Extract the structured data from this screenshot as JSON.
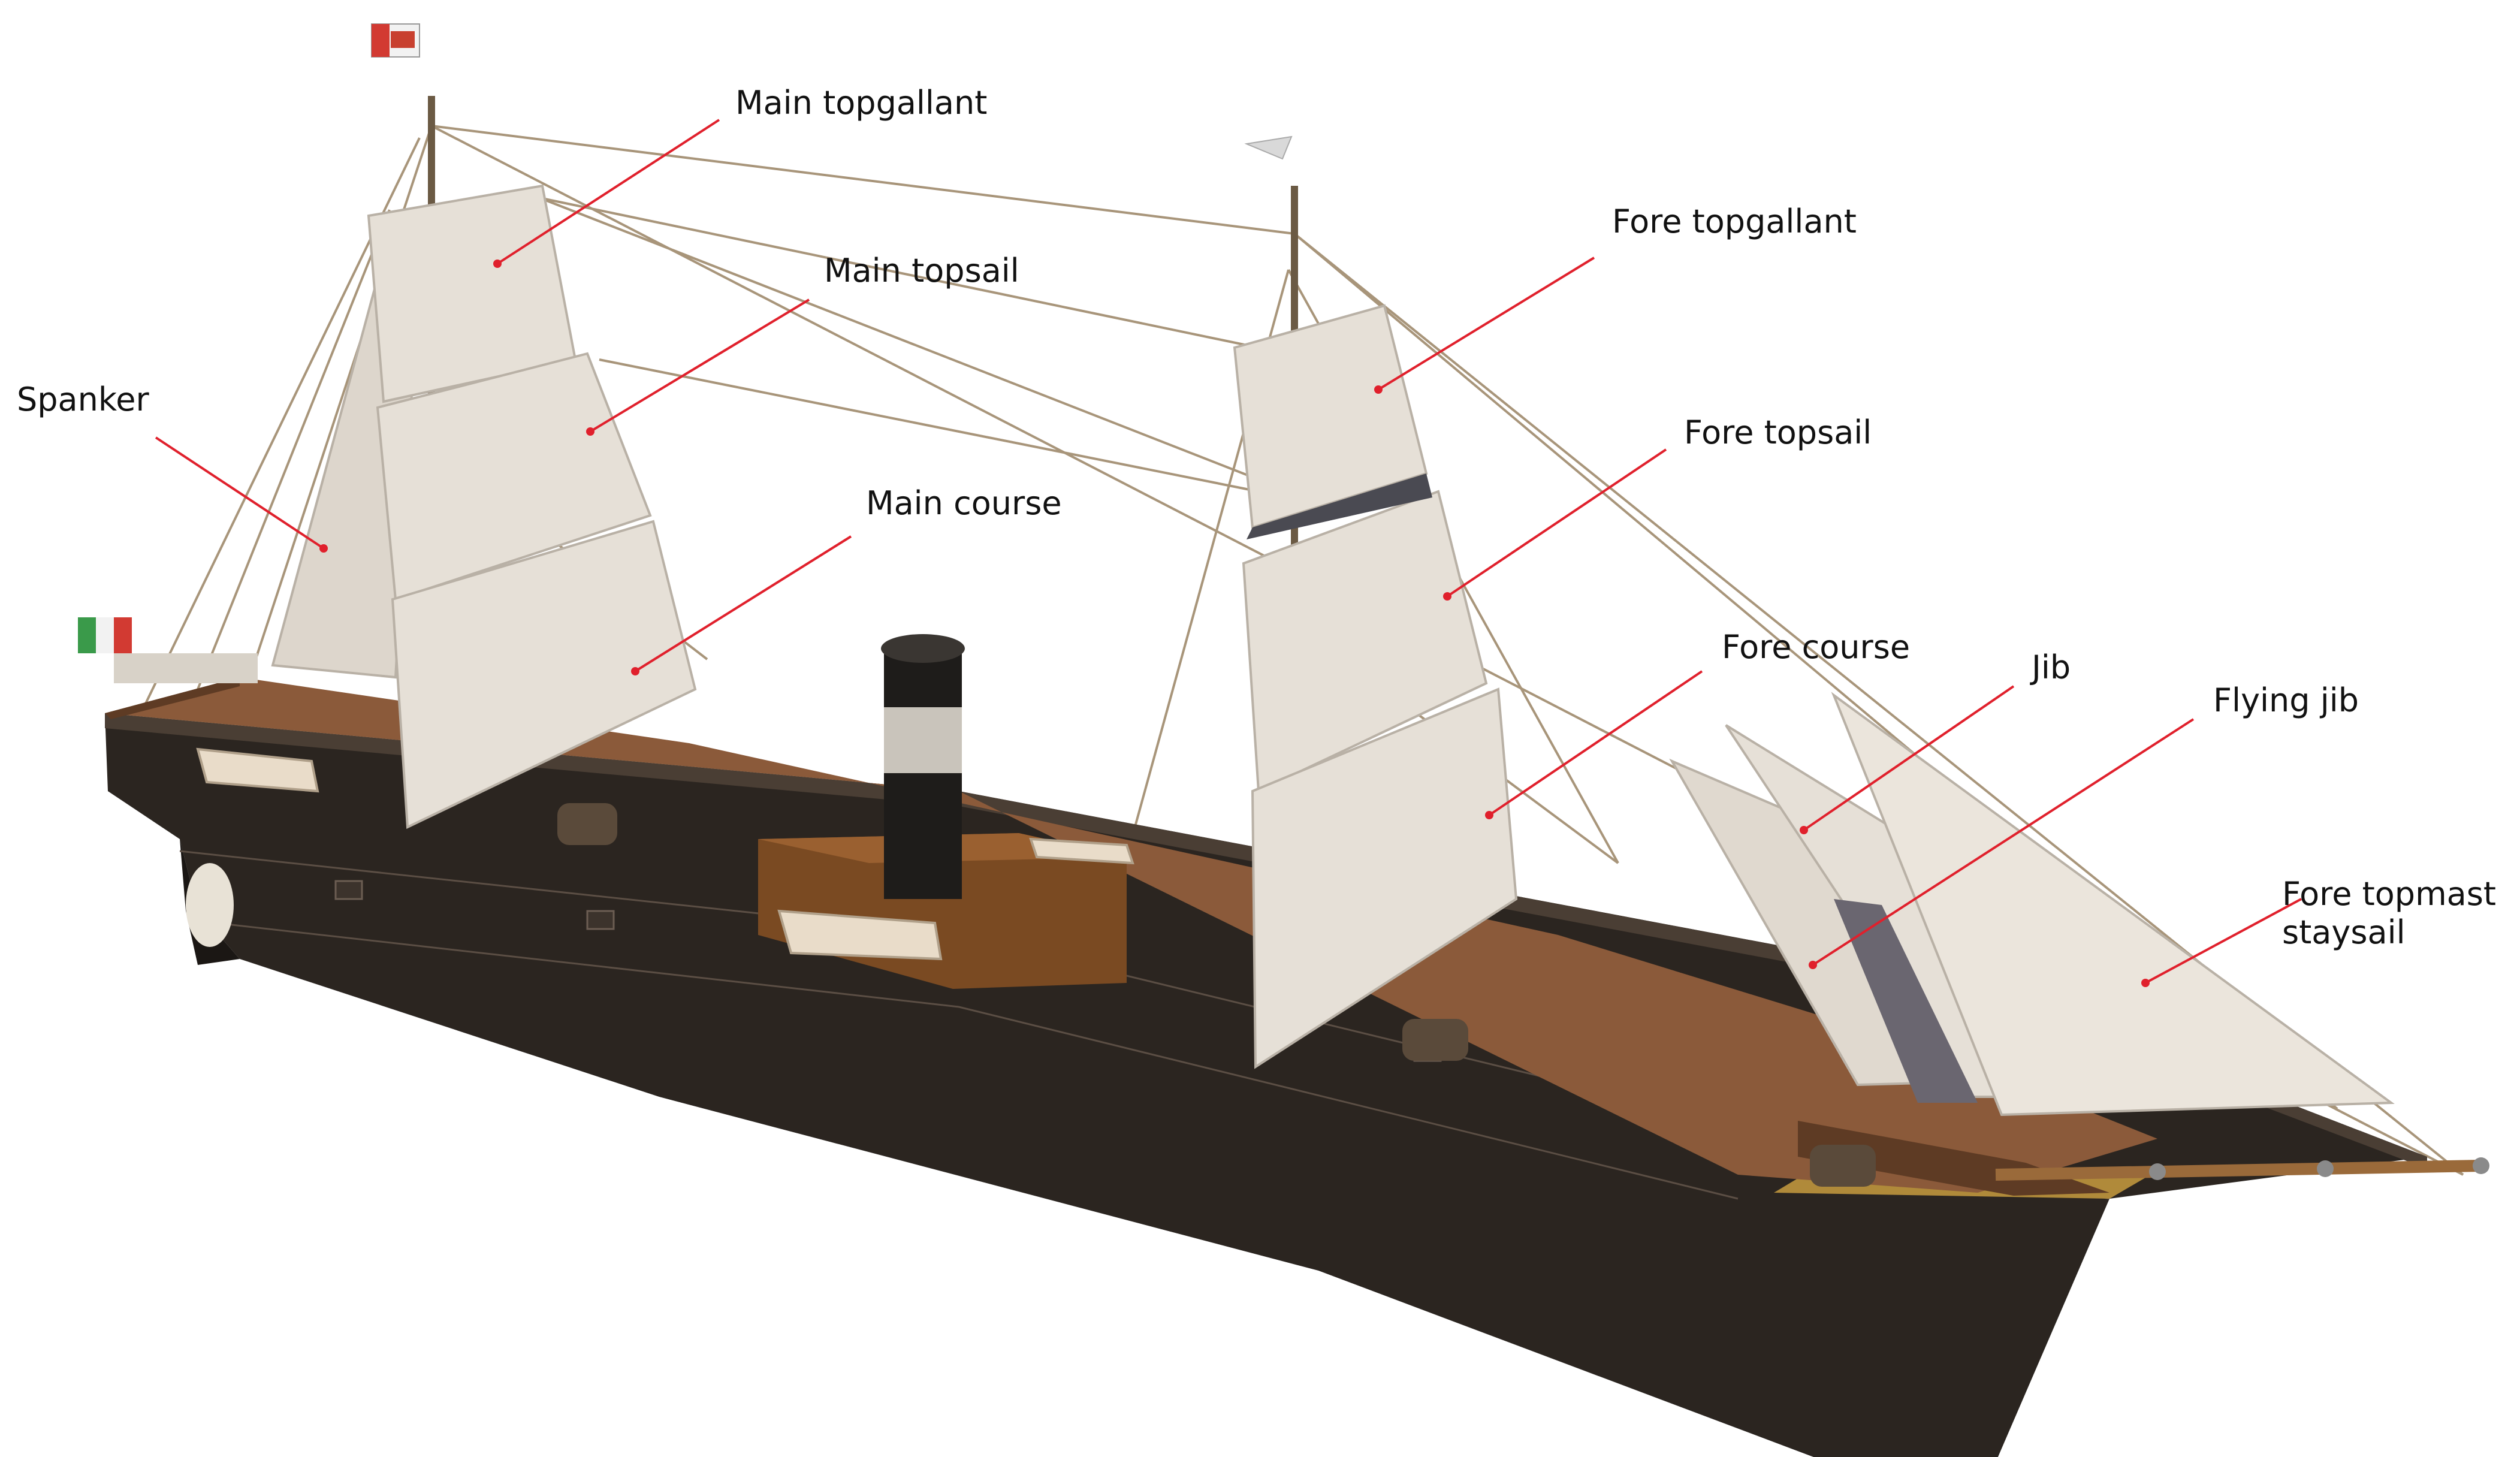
{
  "colors": {
    "leader_line": "#e0202c",
    "hull": "#2b2520",
    "deck": "#8b5a3a",
    "sail": "#e6e0d7",
    "sail_shadow": "#c9c2b8",
    "funnel": "#1e1c1a",
    "funnel_band": "#c9c4bb",
    "rigging": "#a8957a",
    "deckhouse": "#7a4a22",
    "lifeboat": "#e9dcc9"
  },
  "labels": {
    "main_topgallant": "Main topgallant",
    "main_topsail": "Main topsail",
    "spanker": "Spanker",
    "main_course": "Main course",
    "fore_topgallant": "Fore topgallant",
    "fore_topsail": "Fore topsail",
    "fore_course": "Fore course",
    "jib": "Jib",
    "flying_jib": "Flying jib",
    "fore_topmast_staysail_line1": "Fore topmast",
    "fore_topmast_staysail_line2": "staysail"
  }
}
